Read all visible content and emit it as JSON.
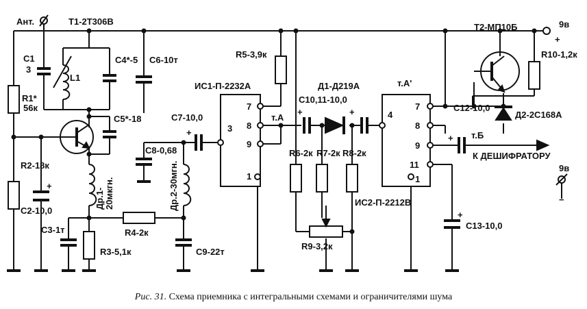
{
  "labels": {
    "ant": "Ант.",
    "t1": "T1-2T306B",
    "t2": "T2-МП10Б",
    "c1_name": "C1",
    "c1_val": "3",
    "l1": "L1",
    "c4": "C4*-5",
    "c6": "C6-10т",
    "r1_name": "R1*",
    "r1_val": "56к",
    "c5": "C5*-18",
    "r2": "R2-18к",
    "c2": "C2-10,0",
    "dr1_a": "Др.1-",
    "dr1_b": "20мкгн.",
    "c3": "C3-1т",
    "r3": "R3-5,1к",
    "r4": "R4-2к",
    "c8": "C8-0,68",
    "c7": "C7-10,0",
    "dr2": "Др.2-30мгн.",
    "c9": "C9-22т",
    "r5": "R5-3,9к",
    "ic1": "ИС1-П-2232А",
    "ic1_p7": "7",
    "ic1_p8": "8",
    "ic1_p9": "9",
    "ic1_p1": "1",
    "ic1_p3": "3",
    "ta": "т.А",
    "c10": "C10,11-10,0",
    "d1": "Д1-Д219А",
    "r6": "R6-2к",
    "r7": "R7-2к",
    "r8": "R8-2к",
    "r9": "R9-3,2к",
    "ic2": "ИС2-П-2212В",
    "ic2_ta": "т.А'",
    "ic2_p4": "4",
    "ic2_p7": "7",
    "ic2_p8": "8",
    "ic2_p9": "9",
    "ic2_p11": "11",
    "ic2_p1": "1",
    "c12": "C12-10,0",
    "d2": "Д2-2C168А",
    "r10": "R10-1,2к",
    "tb": "т.Б",
    "decoder": "К ДЕШИФРАТОРУ",
    "c13": "C13-10,0",
    "v9_top": "9в",
    "v9_plus": "+",
    "v9_bot": "9в",
    "v9_minus": "−",
    "plus": "+"
  },
  "caption": {
    "fig": "Рис. 31.",
    "text": "Схема приемника с интегральными схемами и ограничителями шума"
  }
}
